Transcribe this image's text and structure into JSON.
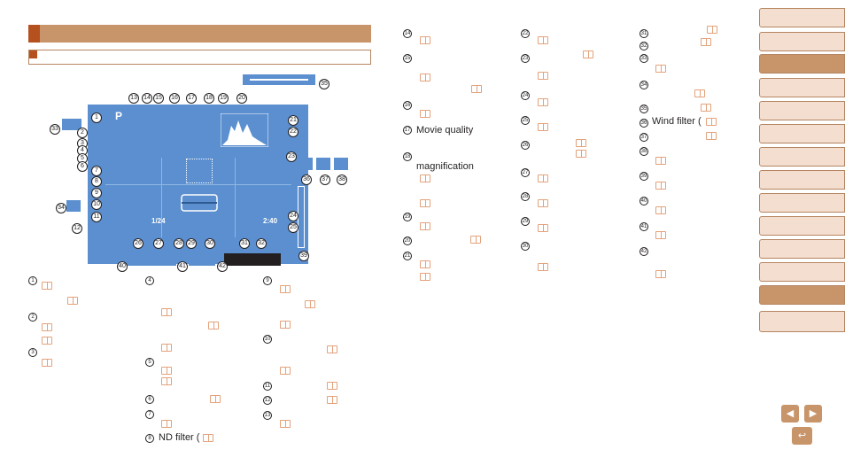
{
  "diagram": {
    "callouts": [
      "1",
      "2",
      "3",
      "4",
      "5",
      "6",
      "7",
      "8",
      "9",
      "10",
      "11",
      "12",
      "13",
      "14",
      "15",
      "16",
      "17",
      "18",
      "19",
      "20",
      "21",
      "22",
      "23",
      "24",
      "25",
      "26",
      "27",
      "28",
      "29",
      "30",
      "31",
      "32",
      "33",
      "34",
      "35",
      "36",
      "37",
      "38",
      "39",
      "40",
      "41",
      "42"
    ],
    "screen_text": {
      "mode": "P",
      "zoom_left": "1/24",
      "shots_left": "2:40"
    }
  },
  "legend": {
    "movie_quality": "Movie quality",
    "magnification": "magnification",
    "nd_filter": "ND filter (",
    "wind_filter": "Wind filter ("
  }
}
